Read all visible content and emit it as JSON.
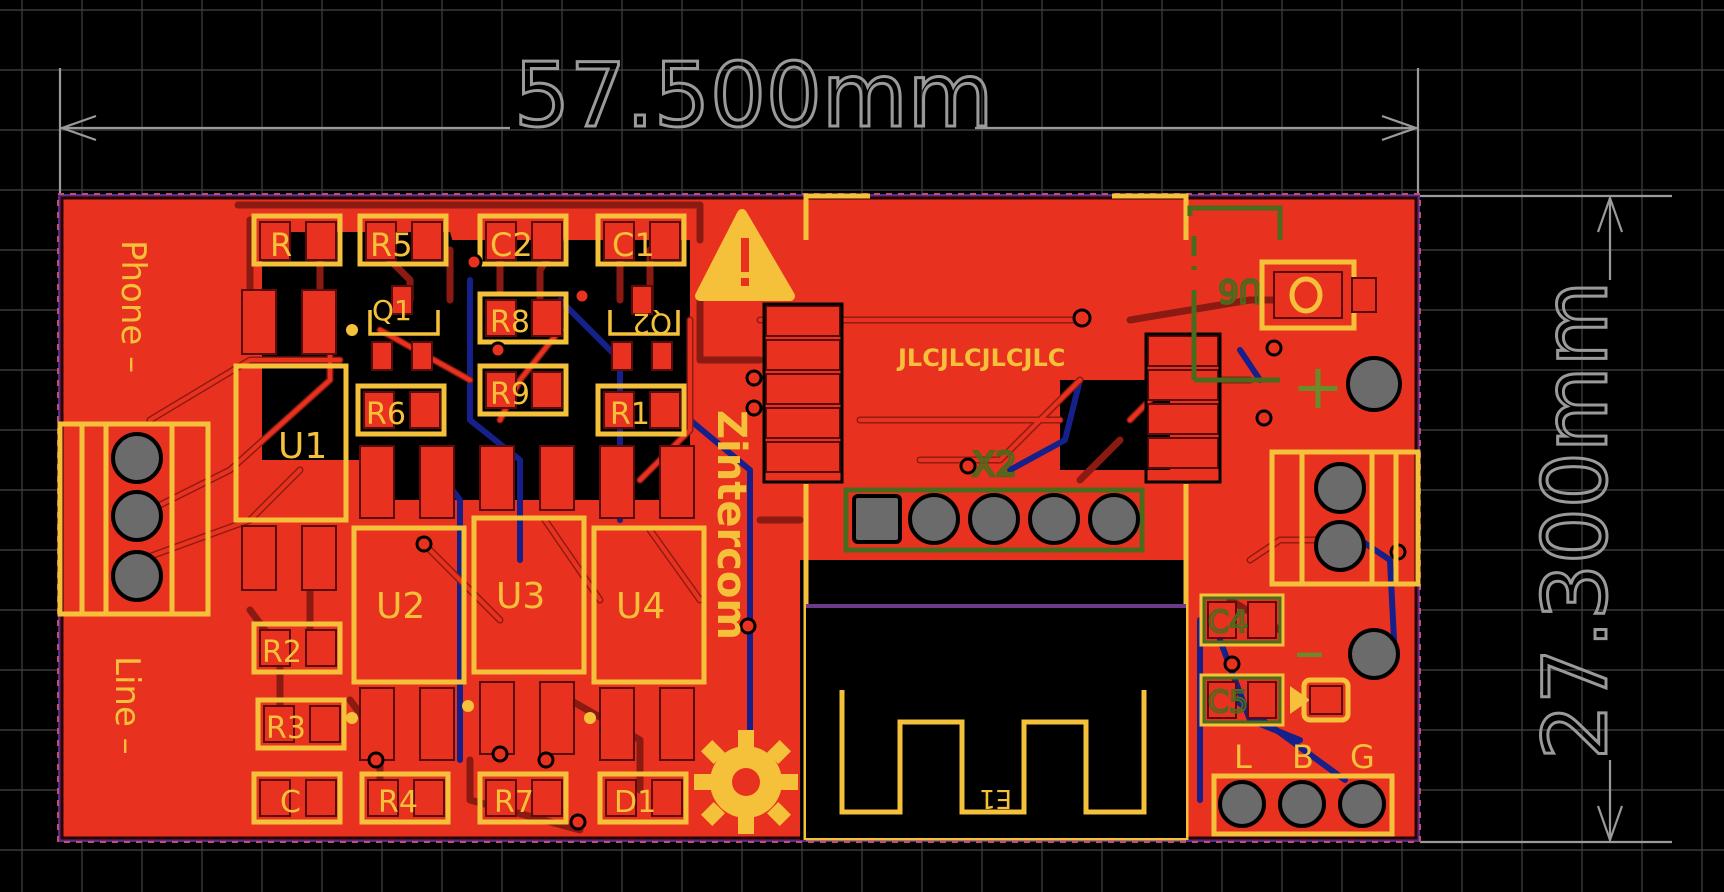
{
  "dimensions": {
    "width_label": "57.500mm",
    "height_label": "27.300mm"
  },
  "board": {
    "copper_color": "#e8321f",
    "silkscreen_color": "#f5c13a",
    "bottom_trace_color": "#15208a"
  },
  "silkscreen": {
    "phone_label": "Phone –",
    "line_label": "Line –",
    "brand": "Zintercom",
    "jlc_text": "JLCJLCJLCJLC",
    "plus_sign": "+",
    "minus_sign": "–",
    "pin_l": "L",
    "pin_b": "B",
    "pin_g": "G",
    "u1": "U1",
    "u2": "U2",
    "u3": "U3",
    "u4": "U4",
    "e1": "E1",
    "x2": "X2",
    "u6": "U6",
    "q1": "Q1",
    "q2": "Q2",
    "c4": "C4",
    "c5": "C5",
    "r_top1": "R",
    "r_top2": "R5",
    "r_top3": "C2",
    "r_top4": "C1",
    "r8": "R8",
    "r9": "R9",
    "r6": "R6",
    "r10": "R1",
    "r2": "R2",
    "r3": "R3",
    "r_bot1": "C",
    "r_bot2": "R4",
    "r_bot3": "R7",
    "r_bot4": "D1"
  },
  "icons": {
    "warning": "warning-icon",
    "gear": "gear-icon"
  }
}
